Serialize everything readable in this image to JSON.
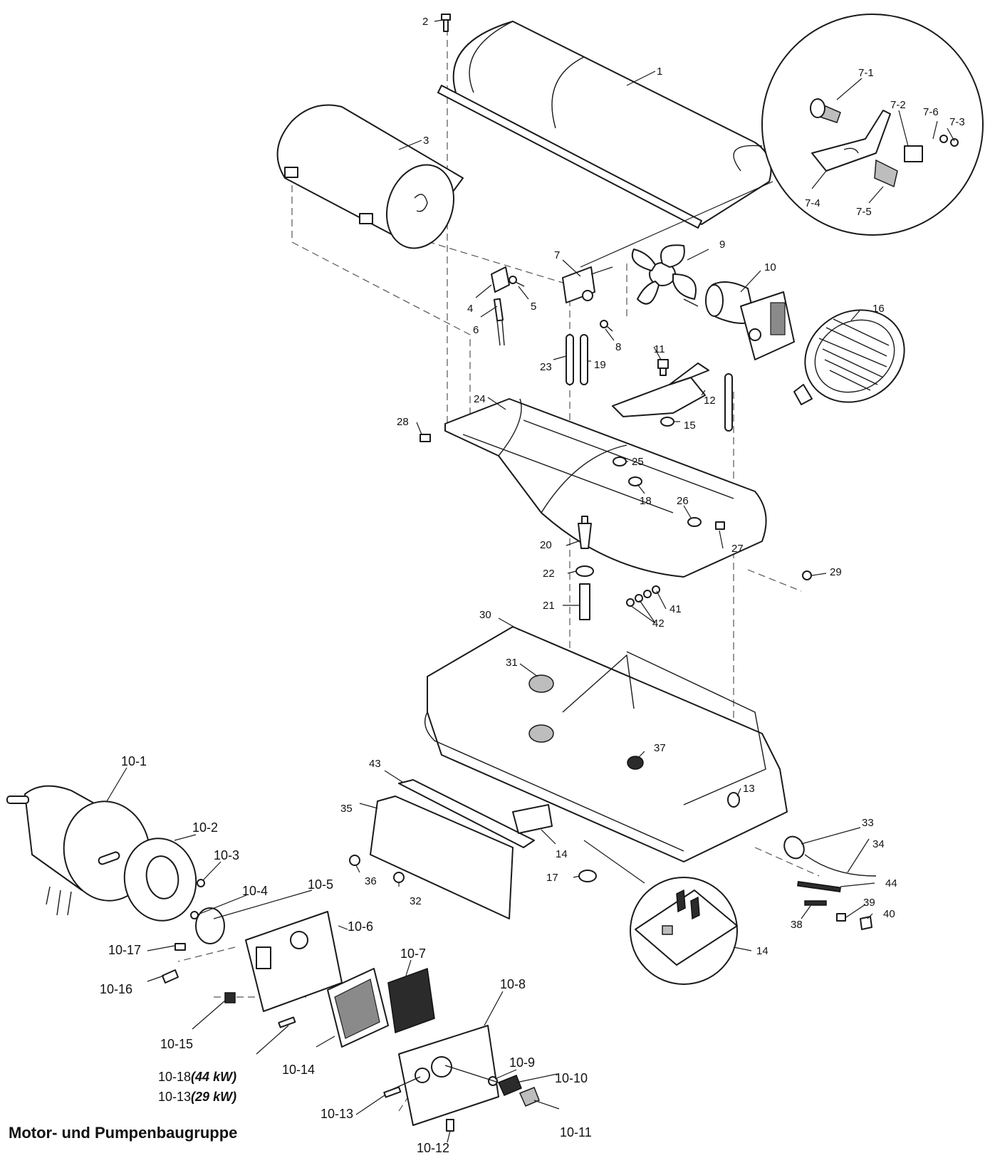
{
  "caption": "Motor- und Pumpenbaugruppe",
  "labels": {
    "l1": "1",
    "l2": "2",
    "l3": "3",
    "l4": "4",
    "l5": "5",
    "l6": "6",
    "l7": "7",
    "l8": "8",
    "l9": "9",
    "l10": "10",
    "l11": "11",
    "l12": "12",
    "l13": "13",
    "l14a": "14",
    "l14b": "14",
    "l15": "15",
    "l16": "16",
    "l17": "17",
    "l18": "18",
    "l19": "19",
    "l20": "20",
    "l21": "21",
    "l22": "22",
    "l23": "23",
    "l24": "24",
    "l25": "25",
    "l26": "26",
    "l27": "27",
    "l28": "28",
    "l29": "29",
    "l30": "30",
    "l31": "31",
    "l32": "32",
    "l33": "33",
    "l34": "34",
    "l35": "35",
    "l36": "36",
    "l37": "37",
    "l38": "38",
    "l39": "39",
    "l40": "40",
    "l41": "41",
    "l42": "42",
    "l43": "43",
    "l44": "44",
    "l7_1": "7-1",
    "l7_2": "7-2",
    "l7_3": "7-3",
    "l7_4": "7-4",
    "l7_5": "7-5",
    "l7_6": "7-6",
    "l10_1": "10-1",
    "l10_2": "10-2",
    "l10_3": "10-3",
    "l10_4": "10-4",
    "l10_5": "10-5",
    "l10_6": "10-6",
    "l10_7": "10-7",
    "l10_8": "10-8",
    "l10_9": "10-9",
    "l10_10": "10-10",
    "l10_11": "10-11",
    "l10_12": "10-12",
    "l10_13": "10-13",
    "l10_14": "10-14",
    "l10_15": "10-15",
    "l10_16": "10-16",
    "l10_17": "10-17"
  },
  "notes": {
    "n1_part": "10-18",
    "n1_power": "(44 kW)",
    "n2_part": "10-13",
    "n2_power": "(29 kW)"
  }
}
